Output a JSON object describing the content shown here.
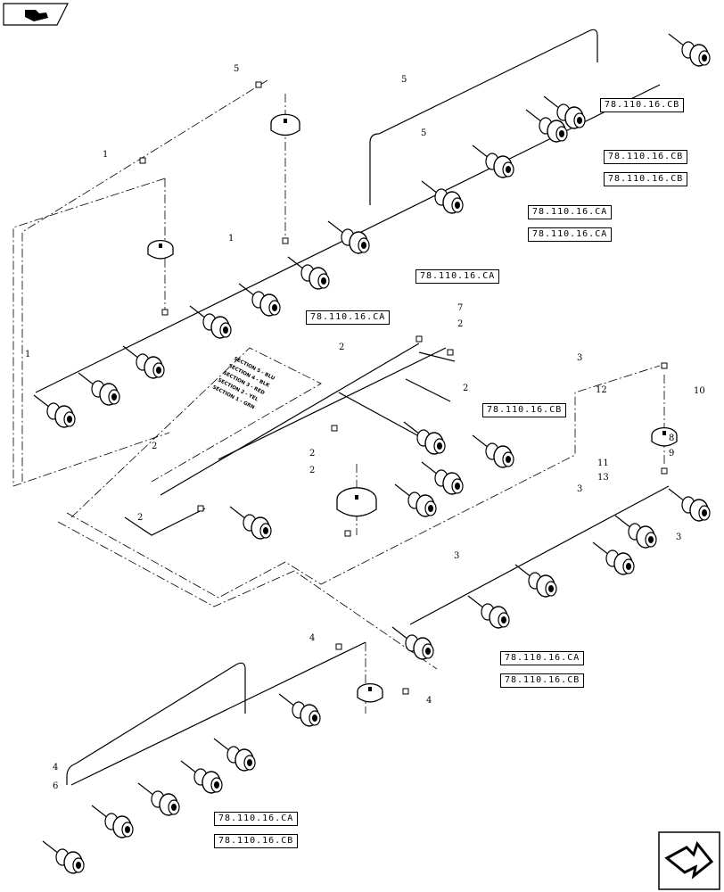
{
  "references": [
    {
      "label": "78.110.16.CB"
    },
    {
      "label": "78.110.16.CB"
    },
    {
      "label": "78.110.16.CB"
    },
    {
      "label": "78.110.16.CA"
    },
    {
      "label": "78.110.16.CA"
    },
    {
      "label": "78.110.16.CA"
    },
    {
      "label": "78.110.16.CA"
    },
    {
      "label": "78.110.16.CB"
    },
    {
      "label": "78.110.16.CA"
    },
    {
      "label": "78.110.16.CB"
    },
    {
      "label": "78.110.16.CA"
    },
    {
      "label": "78.110.16.CB"
    }
  ],
  "callouts": [
    "5",
    "5",
    "5",
    "1",
    "1",
    "1",
    "7",
    "2",
    "2",
    "2",
    "3",
    "12",
    "10",
    "8",
    "9",
    "11",
    "13",
    "3",
    "3",
    "3",
    "2",
    "2",
    "2",
    "2",
    "4",
    "4",
    "4",
    "6"
  ],
  "section_labels": [
    "SECTION 5 - BLU",
    "SECTION 4 - BLK",
    "SECTION 3 - RED",
    "SECTION 2 - YEL",
    "SECTION 1 - GRN"
  ],
  "icons": {
    "top_left": "previous-page-icon",
    "bottom_right": "next-page-icon"
  },
  "colors": {
    "line": "#000000",
    "background": "#ffffff"
  }
}
